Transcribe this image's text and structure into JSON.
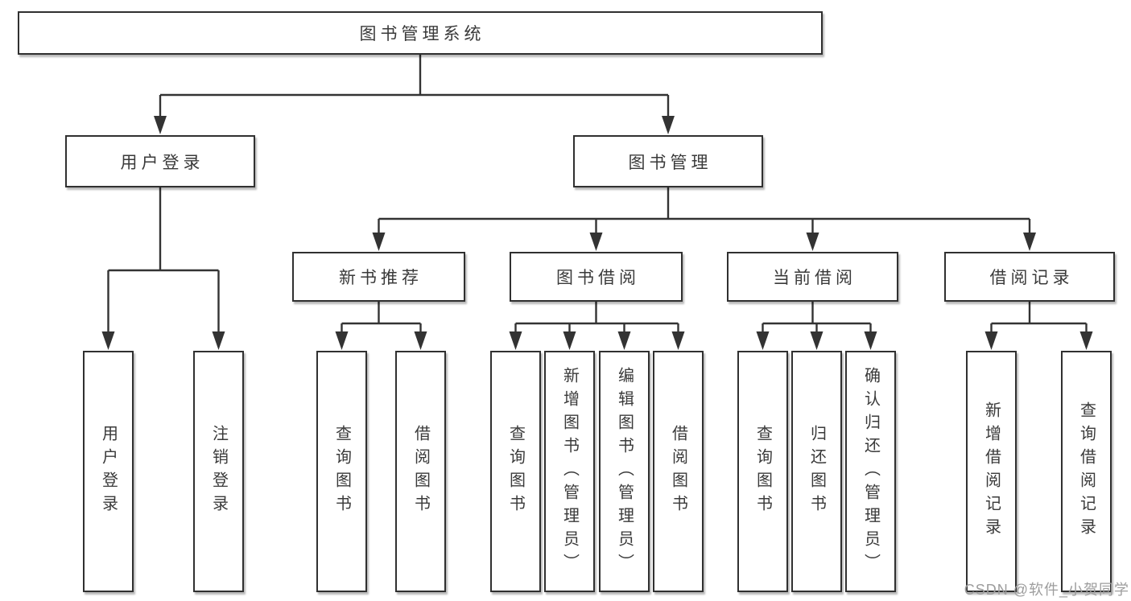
{
  "tree": {
    "label": "图书管理系统",
    "children": [
      {
        "label": "用户登录",
        "children": [
          {
            "label": "用户登录"
          },
          {
            "label": "注销登录"
          }
        ]
      },
      {
        "label": "图书管理",
        "children": [
          {
            "label": "新书推荐",
            "children": [
              {
                "label": "查询图书"
              },
              {
                "label": "借阅图书"
              }
            ]
          },
          {
            "label": "图书借阅",
            "children": [
              {
                "label": "查询图书"
              },
              {
                "label": "新增图书（管理员）"
              },
              {
                "label": "编辑图书（管理员）"
              },
              {
                "label": "借阅图书"
              }
            ]
          },
          {
            "label": "当前借阅",
            "children": [
              {
                "label": "查询图书"
              },
              {
                "label": "归还图书"
              },
              {
                "label": "确认归还（管理员）"
              }
            ]
          },
          {
            "label": "借阅记录",
            "children": [
              {
                "label": "新增借阅记录"
              },
              {
                "label": "查询借阅记录"
              }
            ]
          }
        ]
      }
    ]
  },
  "watermark": {
    "text": "CSDN @软件_小贺同学"
  },
  "colors": {
    "line": "#333333",
    "box_border": "#303030",
    "text": "#3a3a3a",
    "watermark": "#9d9d9d",
    "background": "#ffffff"
  }
}
